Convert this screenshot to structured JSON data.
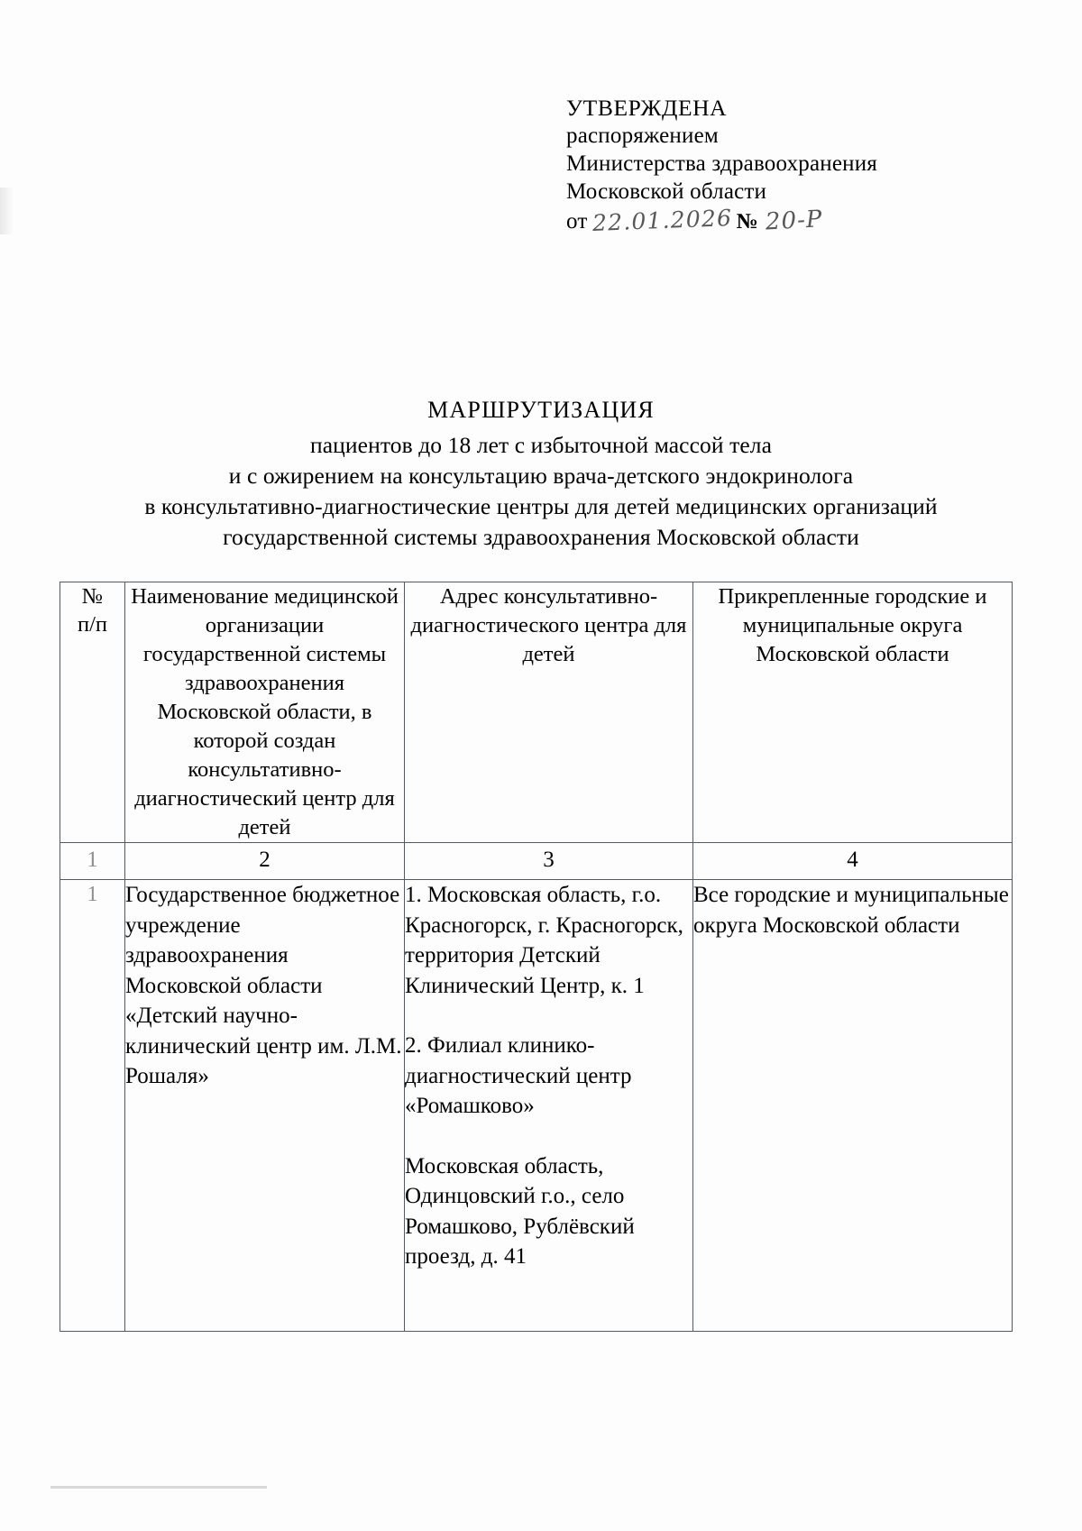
{
  "approval": {
    "heading": "УТВЕРЖДЕНА",
    "line2": "распоряжением",
    "line3": "Министерства здравоохранения",
    "line4": "Московской области",
    "date_prefix": "от",
    "date_value": "22.01.2026",
    "number_symbol": "№",
    "number_value": "20-Р"
  },
  "title": {
    "main": "МАРШРУТИЗАЦИЯ",
    "line1": "пациентов до 18 лет с избыточной массой тела",
    "line2": "и с ожирением на консультацию врача-детского эндокринолога",
    "line3": "в консультативно-диагностические центры для детей медицинских организаций",
    "line4": "государственной системы здравоохранения Московской области"
  },
  "table": {
    "headers": {
      "col1": "№\nп/п",
      "col1_line1": "№",
      "col1_line2": "п/п",
      "col2": "Наименование медицинской организации государственной системы здравоохранения Московской области, в которой создан консультативно-диагностический центр для детей",
      "col3": "Адрес консультативно-диагностического центра для детей",
      "col4": "Прикрепленные городские и муниципальные округа Московской области"
    },
    "column_numbers": [
      "1",
      "2",
      "3",
      "4"
    ],
    "rows": [
      {
        "num": "1",
        "organization": "Государственное бюджетное учреждение здравоохранения Московской области «Детский научно-клинический центр им. Л.М. Рошаля»",
        "address_block_1": "1. Московская область, г.о. Красногорск, г. Красногорск, территория Детский Клинический Центр, к. 1",
        "address_block_2": "2. Филиал клинико-диагностический центр «Ромашково»",
        "address_block_3": "Московская область, Одинцовский г.о., село Ромашково, Рублёвский проезд, д. 41",
        "districts": "Все городские и муниципальные округа Московской области"
      }
    ]
  }
}
